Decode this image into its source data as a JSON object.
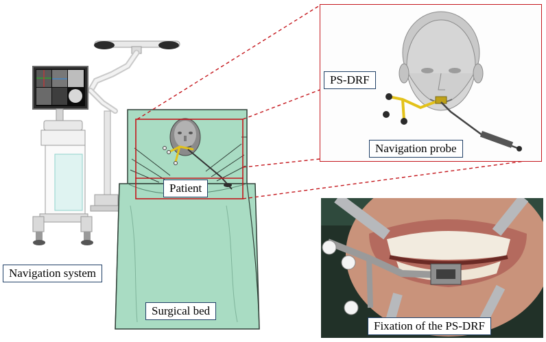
{
  "labels": {
    "navigation_system": "Navigation system",
    "surgical_bed": "Surgical bed",
    "patient": "Patient",
    "ps_drf": "PS-DRF",
    "navigation_probe": "Navigation probe",
    "fixation": "Fixation of the PS-DRF"
  },
  "colors": {
    "bed_drape": "#a9dcc3",
    "highlight_frame": "#c4161c",
    "label_border": "#1f3f66",
    "tracker_yellow": "#e3c21a"
  }
}
